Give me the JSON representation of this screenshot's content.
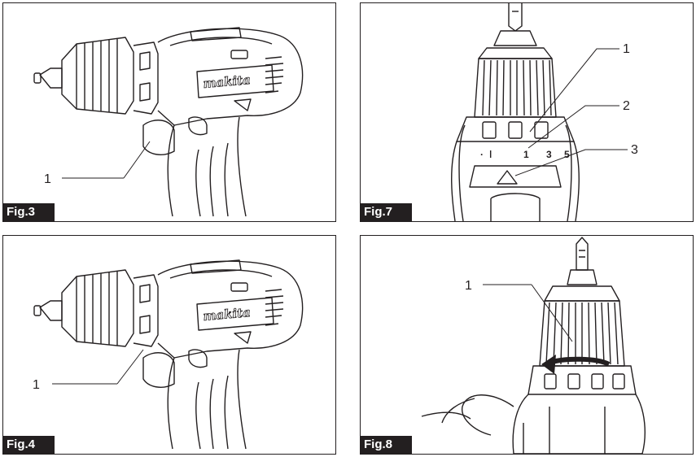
{
  "figures": [
    {
      "label": "Fig.3",
      "callouts": [
        "1"
      ],
      "brand": "makita"
    },
    {
      "label": "Fig.7",
      "callouts": [
        "1",
        "2",
        "3"
      ],
      "scale": [
        "1",
        "3",
        "5"
      ]
    },
    {
      "label": "Fig.4",
      "callouts": [
        "1"
      ],
      "brand": "makita"
    },
    {
      "label": "Fig.8",
      "callouts": [
        "1"
      ]
    }
  ]
}
